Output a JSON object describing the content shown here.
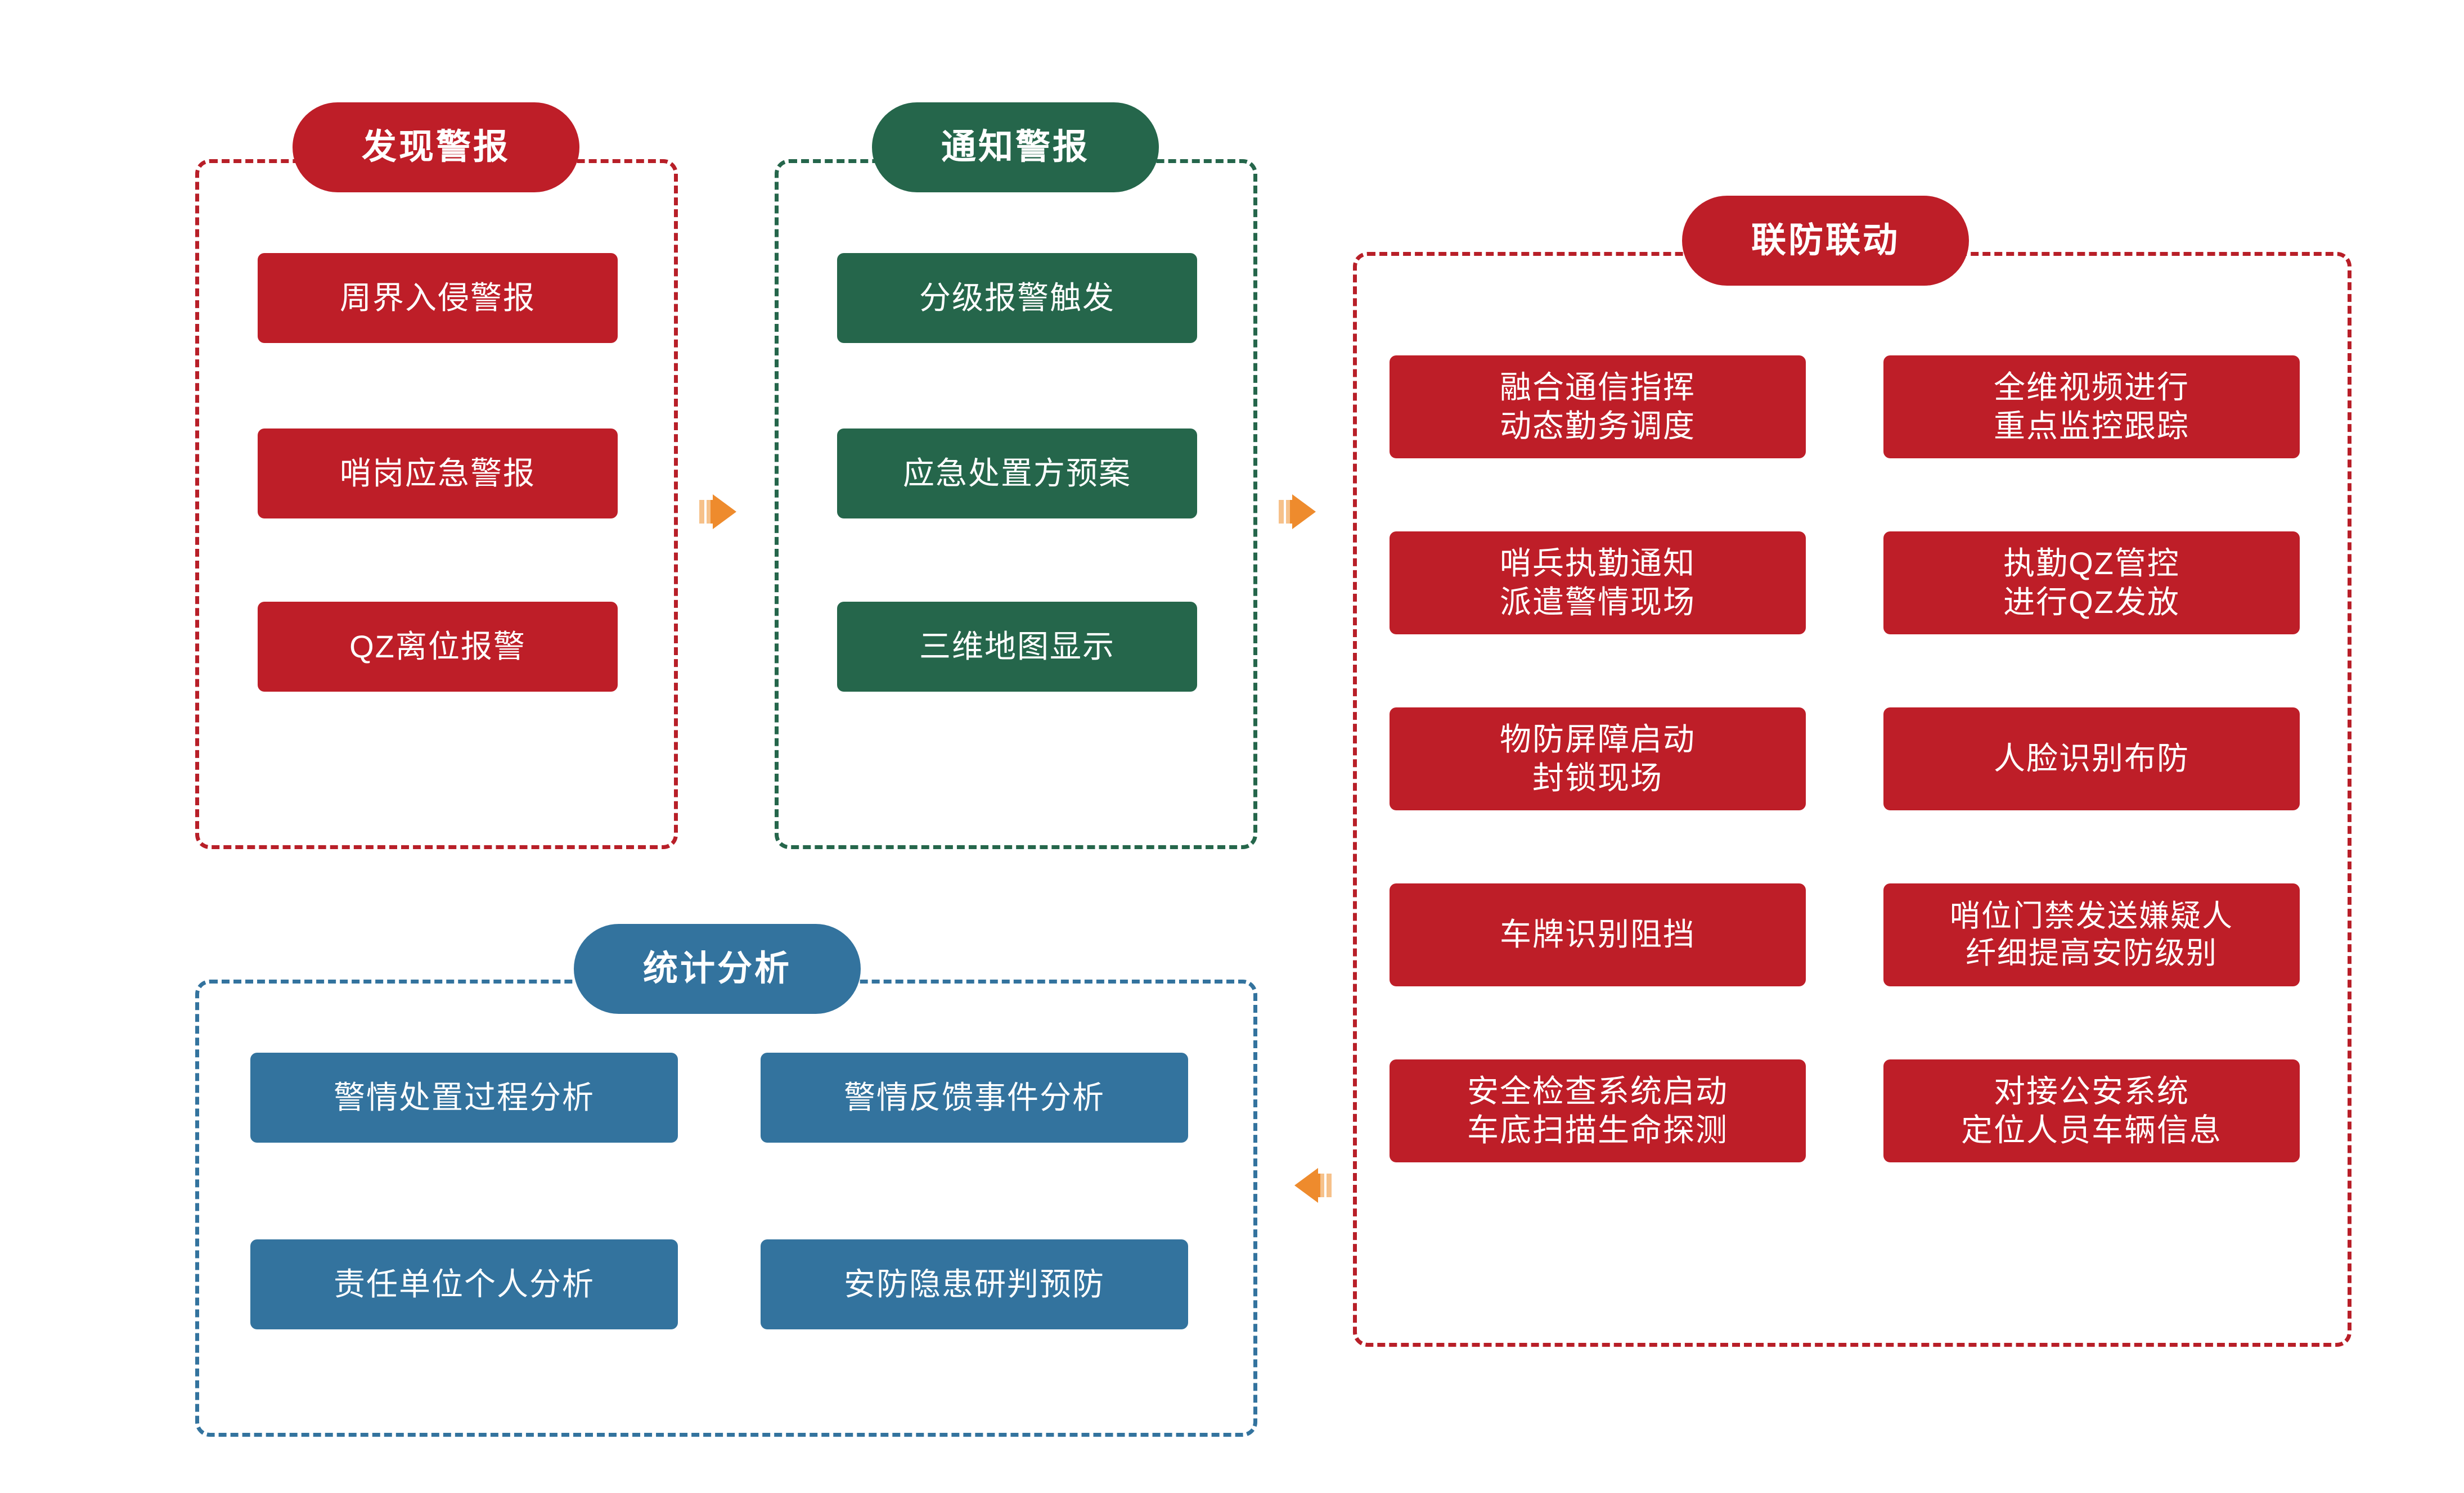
{
  "diagram": {
    "title_pills": {
      "detect": "发现警报",
      "notify": "通知警报",
      "joint": "联防联动",
      "stats": "统计分析"
    },
    "colors": {
      "red": "#BE1E28",
      "green": "#25664B",
      "blue": "#33739E",
      "arrow_orange": "#EE8B2D",
      "arrow_orange_light": "#F6C18A",
      "background": "#FFFFFF"
    },
    "groups": [
      {
        "id": "detect-alarm",
        "label": "发现警报",
        "color": "#BE1E28",
        "items": [
          "周界入侵警报",
          "哨岗应急警报",
          "QZ离位报警"
        ]
      },
      {
        "id": "notify-alarm",
        "label": "通知警报",
        "color": "#25664B",
        "items": [
          "分级报警触发",
          "应急处置方预案",
          "三维地图显示"
        ]
      },
      {
        "id": "joint-defense",
        "label": "联防联动",
        "color": "#BE1E28",
        "items_left": [
          "融合通信指挥\n动态勤务调度",
          "哨兵执勤通知\n派遣警情现场",
          "物防屏障启动\n封锁现场",
          "车牌识别阻挡",
          "安全检查系统启动\n车底扫描生命探测"
        ],
        "items_right": [
          "全维视频进行\n重点监控跟踪",
          "执勤QZ管控\n进行QZ发放",
          "人脸识别布防",
          "哨位门禁发送嫌疑人\n纤细提高安防级别",
          "对接公安系统\n定位人员车辆信息"
        ]
      },
      {
        "id": "statistics-analysis",
        "label": "统计分析",
        "color": "#33739E",
        "items_left": [
          "警情处置过程分析",
          "责任单位个人分析"
        ],
        "items_right": [
          "警情反馈事件分析",
          "安防隐患研判预防"
        ]
      }
    ],
    "arrows": [
      {
        "id": "arrow-detect-to-notify",
        "direction": "right"
      },
      {
        "id": "arrow-notify-to-joint",
        "direction": "right"
      },
      {
        "id": "arrow-joint-to-stats",
        "direction": "left"
      }
    ]
  }
}
